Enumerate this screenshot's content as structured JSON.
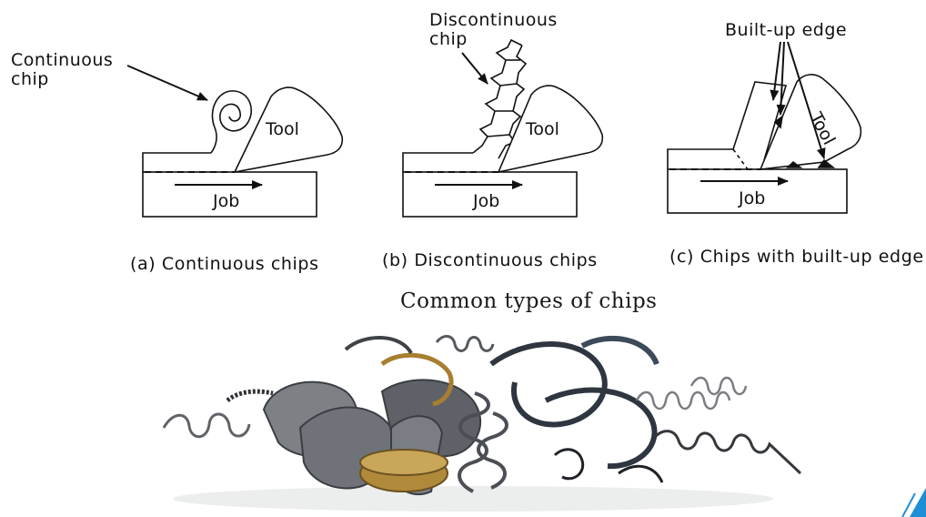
{
  "diagrams": [
    {
      "caption": "(a) Continuous chips",
      "callout": "Continuous\nchip",
      "tool_label": "Tool",
      "job_label": "Job"
    },
    {
      "caption": "(b) Discontinuous chips",
      "callout": "Discontinuous\nchip",
      "tool_label": "Tool",
      "job_label": "Job"
    },
    {
      "caption": "(c) Chips with built-up edge",
      "callout": "Built-up edge",
      "tool_label": "Tool",
      "job_label": "Job"
    }
  ],
  "figure_title": "Common types of chips",
  "photo": {
    "subject": "pile-of-metal-chips-photo",
    "colors": {
      "steel": "#6f7379",
      "dark_steel": "#3a3d42",
      "brass": "#b08a3a",
      "blue_steel": "#3c4a5a"
    }
  },
  "accent_color": "#1e8fd6"
}
